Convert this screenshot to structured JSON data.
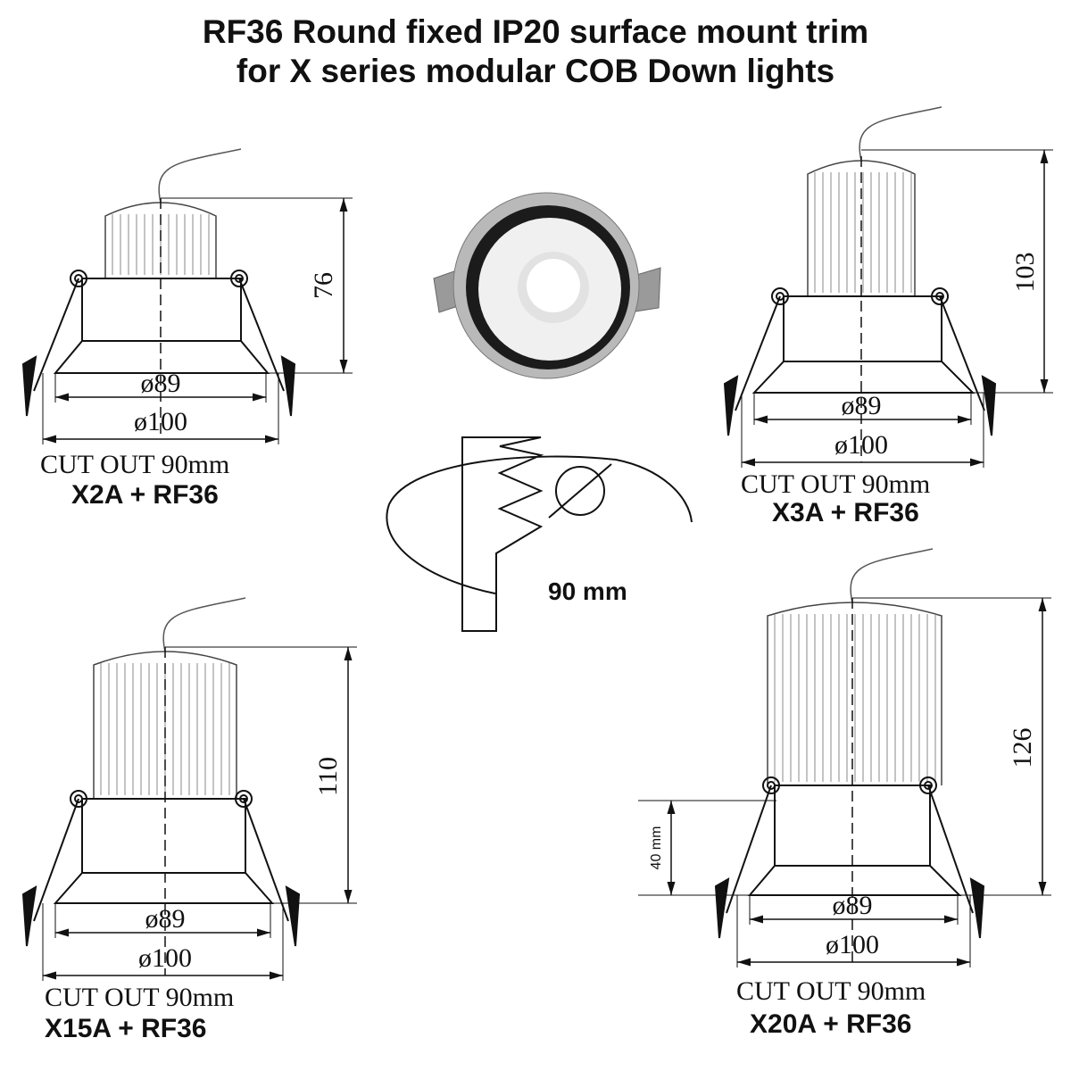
{
  "title": {
    "line1": "RF36 Round fixed IP20 surface mount trim",
    "line2": "for X series modular COB Down lights"
  },
  "drawings": [
    {
      "model": "X2A + RF36",
      "cutout": "CUT OUT 90mm",
      "height": "76",
      "inner_dia": "ø89",
      "outer_dia": "ø100"
    },
    {
      "model": "X3A + RF36",
      "cutout": "CUT OUT 90mm",
      "height": "103",
      "inner_dia": "ø89",
      "outer_dia": "ø100"
    },
    {
      "model": "X15A + RF36",
      "cutout": "CUT OUT 90mm",
      "height": "110",
      "inner_dia": "ø89",
      "outer_dia": "ø100"
    },
    {
      "model": "X20A + RF36",
      "cutout": "CUT OUT 90mm",
      "height": "126",
      "inner_dia": "ø89",
      "outer_dia": "ø100",
      "trim_depth": "40 mm"
    }
  ],
  "cutout_diagram": {
    "label": "90 mm"
  }
}
